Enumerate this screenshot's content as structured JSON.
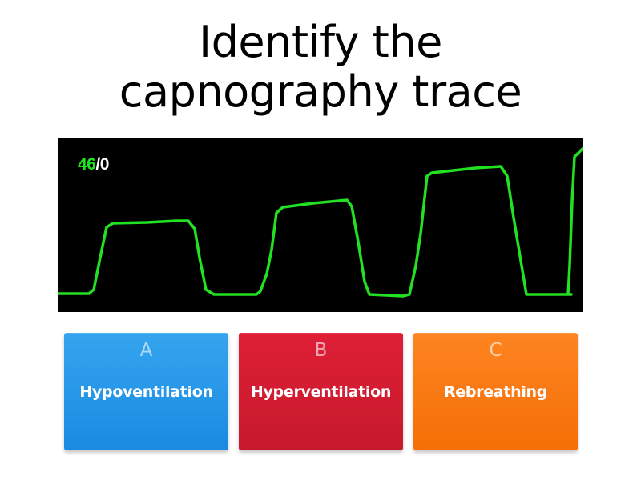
{
  "question": {
    "title_line1": "Identify the",
    "title_line2": "capnography trace"
  },
  "capnogram": {
    "readout_etco2": "46",
    "readout_separator": "/",
    "readout_fico2": "0",
    "trace_color": "#22e022",
    "background_color": "#000000",
    "waveform_description": "Three square capnography waveforms with successively rising plateau heights and a fourth upstroke at right edge"
  },
  "answers": [
    {
      "letter": "A",
      "label": "Hypoventilation",
      "color": "#2196ea"
    },
    {
      "letter": "B",
      "label": "Hyperventilation",
      "color": "#d41d31"
    },
    {
      "letter": "C",
      "label": "Rebreathing",
      "color": "#fa7a12"
    }
  ]
}
